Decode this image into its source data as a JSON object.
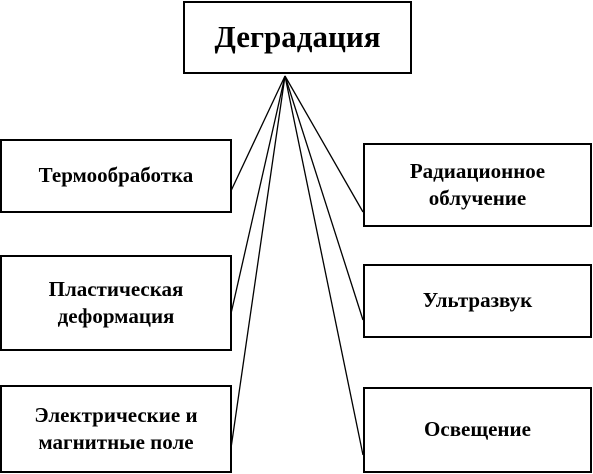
{
  "root": {
    "label": "Деградация"
  },
  "left_nodes": [
    {
      "lines": [
        "Термообработка"
      ]
    },
    {
      "lines": [
        "Пластическая",
        "деформация"
      ]
    },
    {
      "lines": [
        "Электрические и",
        "магнитные поле"
      ]
    }
  ],
  "right_nodes": [
    {
      "lines": [
        "Радиационное",
        "облучение"
      ]
    },
    {
      "lines": [
        "Ультразвук"
      ]
    },
    {
      "lines": [
        "Освещение"
      ]
    }
  ],
  "colors": {
    "stroke": "#000000",
    "background": "#ffffff"
  }
}
